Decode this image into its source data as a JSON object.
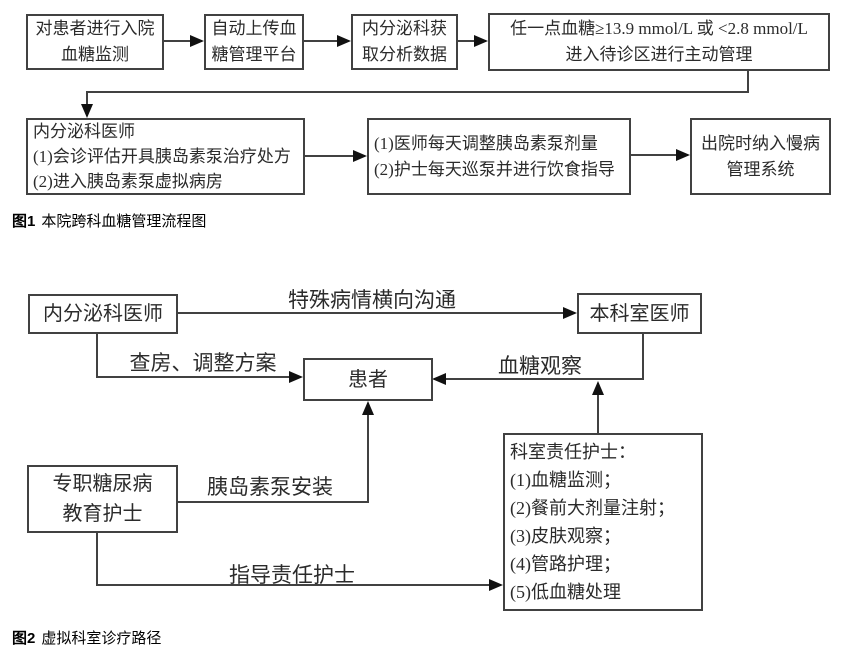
{
  "colors": {
    "background": "#ffffff",
    "line": "#414141",
    "box_border": "#414141",
    "text": "#2b2b2b",
    "arrowhead": "#111111"
  },
  "fig1": {
    "caption": {
      "label": "图1",
      "text": "本院跨科血糖管理流程图"
    },
    "boxes": {
      "monitor": {
        "line1": "对患者进行入院",
        "line2": "血糖监测"
      },
      "upload": {
        "line1": "自动上传血",
        "line2": "糖管理平台"
      },
      "analyze": {
        "line1": "内分泌科获",
        "line2": "取分析数据"
      },
      "threshold": {
        "line1": "任一点血糖≥13.9 mmol/L 或 <2.8 mmol/L",
        "line2": "进入待诊区进行主动管理"
      },
      "endocrinologist": {
        "line1": "内分泌科医师",
        "line2": "(1)会诊评估开具胰岛素泵治疗处方",
        "line3": "(2)进入胰岛素泵虚拟病房"
      },
      "daily_management": {
        "line1": "(1)医师每天调整胰岛素泵剂量",
        "line2": "(2)护士每天巡泵并进行饮食指导"
      },
      "discharge": {
        "line1": "出院时纳入慢病",
        "line2": "管理系统"
      }
    },
    "edges": [
      {
        "from": "monitor",
        "to": "upload"
      },
      {
        "from": "upload",
        "to": "analyze"
      },
      {
        "from": "analyze",
        "to": "threshold"
      },
      {
        "from": "threshold",
        "to": "endocrinologist"
      },
      {
        "from": "endocrinologist",
        "to": "daily_management"
      },
      {
        "from": "daily_management",
        "to": "discharge"
      }
    ]
  },
  "fig2": {
    "caption": {
      "label": "图2",
      "text": "虚拟科室诊疗路径"
    },
    "boxes": {
      "endocrinologist": {
        "line1": "内分泌科医师"
      },
      "ward_doctor": {
        "line1": "本科室医师"
      },
      "patient": {
        "line1": "患者"
      },
      "educator_nurse": {
        "line1": "专职糖尿病",
        "line2": "教育护士"
      },
      "duty_nurse": {
        "line1": "科室责任护士：",
        "line2": "(1)血糖监测；",
        "line3": "(2)餐前大剂量注射；",
        "line4": "(3)皮肤观察；",
        "line5": "(4)管路护理；",
        "line6": "(5)低血糖处理"
      }
    },
    "labels": {
      "special_communication": "特殊病情横向沟通",
      "ward_rounds": "查房、调整方案",
      "glucose_observation": "血糖观察",
      "pump_installation": "胰岛素泵安装",
      "guide_duty_nurse": "指导责任护士"
    },
    "edges": [
      {
        "from": "endocrinologist",
        "to": "ward_doctor",
        "label": "特殊病情横向沟通"
      },
      {
        "from": "endocrinologist",
        "to": "patient",
        "label": "查房、调整方案"
      },
      {
        "from": "ward_doctor",
        "to": "patient",
        "label": "血糖观察"
      },
      {
        "from": "duty_nurse",
        "to": "glucose_observation_connector",
        "label": ""
      },
      {
        "from": "educator_nurse",
        "to": "patient",
        "label": "胰岛素泵安装"
      },
      {
        "from": "educator_nurse",
        "to": "duty_nurse",
        "label": "指导责任护士"
      }
    ]
  }
}
